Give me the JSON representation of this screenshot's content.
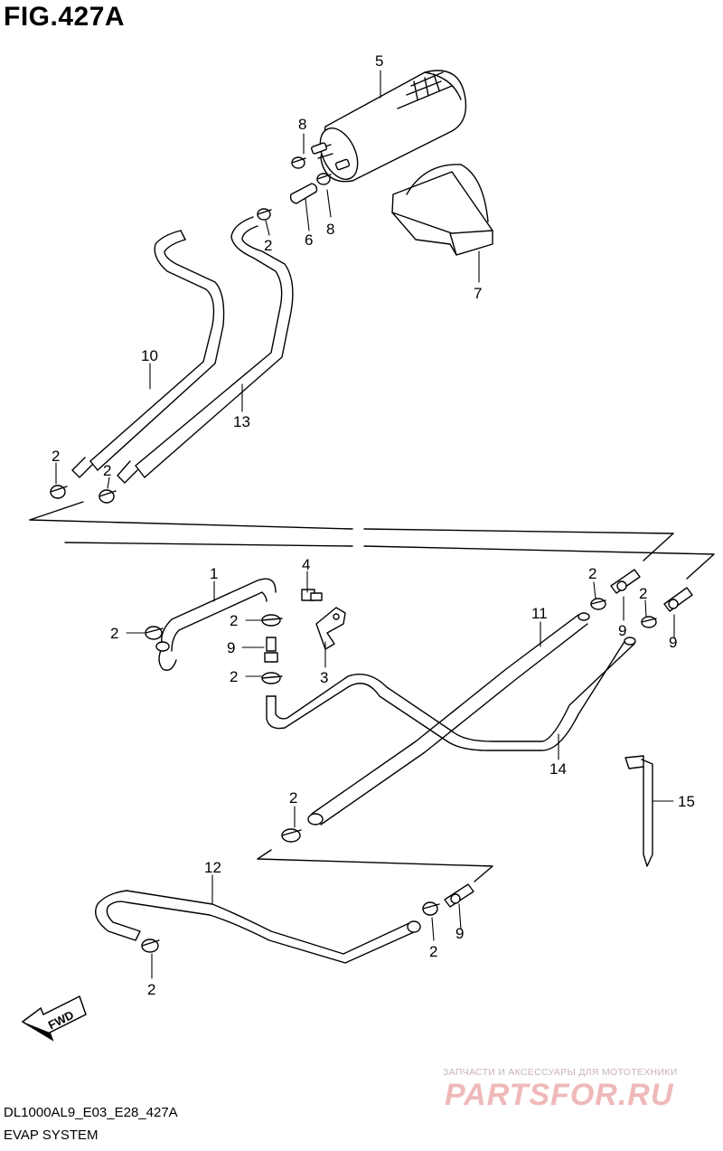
{
  "figure": {
    "title": "FIG.427A",
    "model_code": "DL1000AL9_E03_E28_427A",
    "caption": "EVAP SYSTEM"
  },
  "callouts": [
    {
      "id": "c5",
      "text": "5"
    },
    {
      "id": "c8a",
      "text": "8"
    },
    {
      "id": "c8b",
      "text": "8"
    },
    {
      "id": "c6",
      "text": "6"
    },
    {
      "id": "c2a",
      "text": "2"
    },
    {
      "id": "c7",
      "text": "7"
    },
    {
      "id": "c10",
      "text": "10"
    },
    {
      "id": "c13",
      "text": "13"
    },
    {
      "id": "c2b",
      "text": "2"
    },
    {
      "id": "c2c",
      "text": "2"
    },
    {
      "id": "c1",
      "text": "1"
    },
    {
      "id": "c4",
      "text": "4"
    },
    {
      "id": "c2d",
      "text": "2"
    },
    {
      "id": "c2e",
      "text": "2"
    },
    {
      "id": "c9a",
      "text": "9"
    },
    {
      "id": "c3",
      "text": "3"
    },
    {
      "id": "c2f",
      "text": "2"
    },
    {
      "id": "c2g",
      "text": "2"
    },
    {
      "id": "c9b",
      "text": "9"
    },
    {
      "id": "c2h",
      "text": "2"
    },
    {
      "id": "c9c",
      "text": "9"
    },
    {
      "id": "c11",
      "text": "11"
    },
    {
      "id": "c14",
      "text": "14"
    },
    {
      "id": "c15",
      "text": "15"
    },
    {
      "id": "c2i",
      "text": "2"
    },
    {
      "id": "c12",
      "text": "12"
    },
    {
      "id": "c2j",
      "text": "2"
    },
    {
      "id": "c9d",
      "text": "9"
    },
    {
      "id": "c2k",
      "text": "2"
    }
  ],
  "fwd_label": "FWD",
  "watermark": {
    "small": "ЗАПЧАСТИ И АКСЕССУАРЫ ДЛЯ МОТОТЕХНИКИ",
    "big": "PARTSFOR.RU"
  },
  "colors": {
    "line": "#000000",
    "background": "#ffffff",
    "watermark": "#efb9b9"
  }
}
